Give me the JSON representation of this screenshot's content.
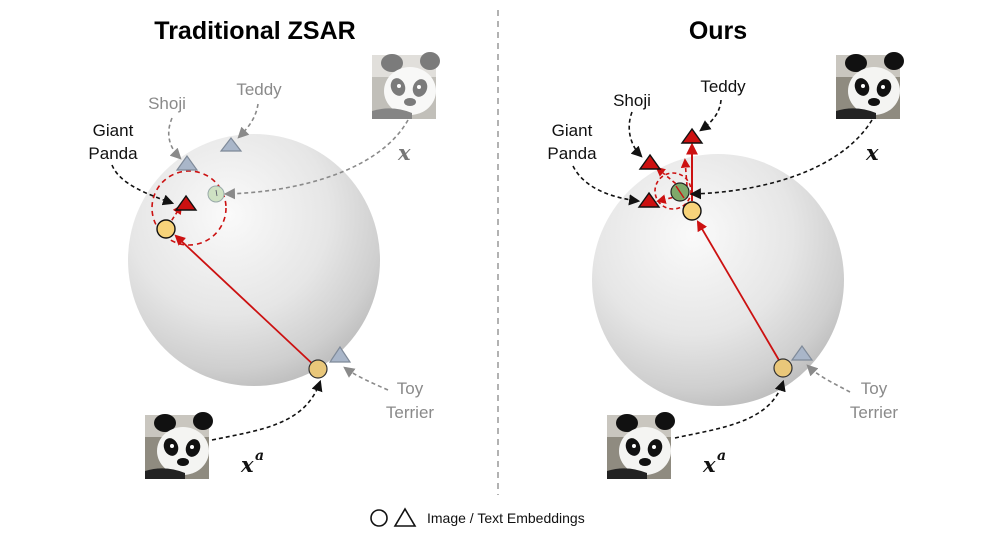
{
  "left_panel": {
    "title": "Traditional ZSAR",
    "labels": {
      "giant_panda_line1": "Giant",
      "giant_panda_line2": "Panda",
      "shoji": "Shoji",
      "teddy": "Teddy",
      "toy_terrier_line1": "Toy",
      "toy_terrier_line2": "Terrier"
    },
    "symbol_x": "x",
    "symbol_xa_base": "x",
    "symbol_xa_sup": "a"
  },
  "right_panel": {
    "title": "Ours",
    "labels": {
      "giant_panda_line1": "Giant",
      "giant_panda_line2": "Panda",
      "shoji": "Shoji",
      "teddy": "Teddy",
      "toy_terrier_line1": "Toy",
      "toy_terrier_line2": "Terrier"
    },
    "symbol_x": "x",
    "symbol_xa_base": "x",
    "symbol_xa_sup": "a"
  },
  "legend": {
    "text": "Image / Text Embeddings",
    "image_shape": "circle",
    "text_shape": "triangle"
  },
  "colors": {
    "red": "#cc1111",
    "yellow": "#f7d37a",
    "green": "#b6d7a8",
    "gray_triangle": "#a9b6c9",
    "divider": "#999999"
  },
  "icons": {
    "panda_image": "panda-photo-icon"
  }
}
